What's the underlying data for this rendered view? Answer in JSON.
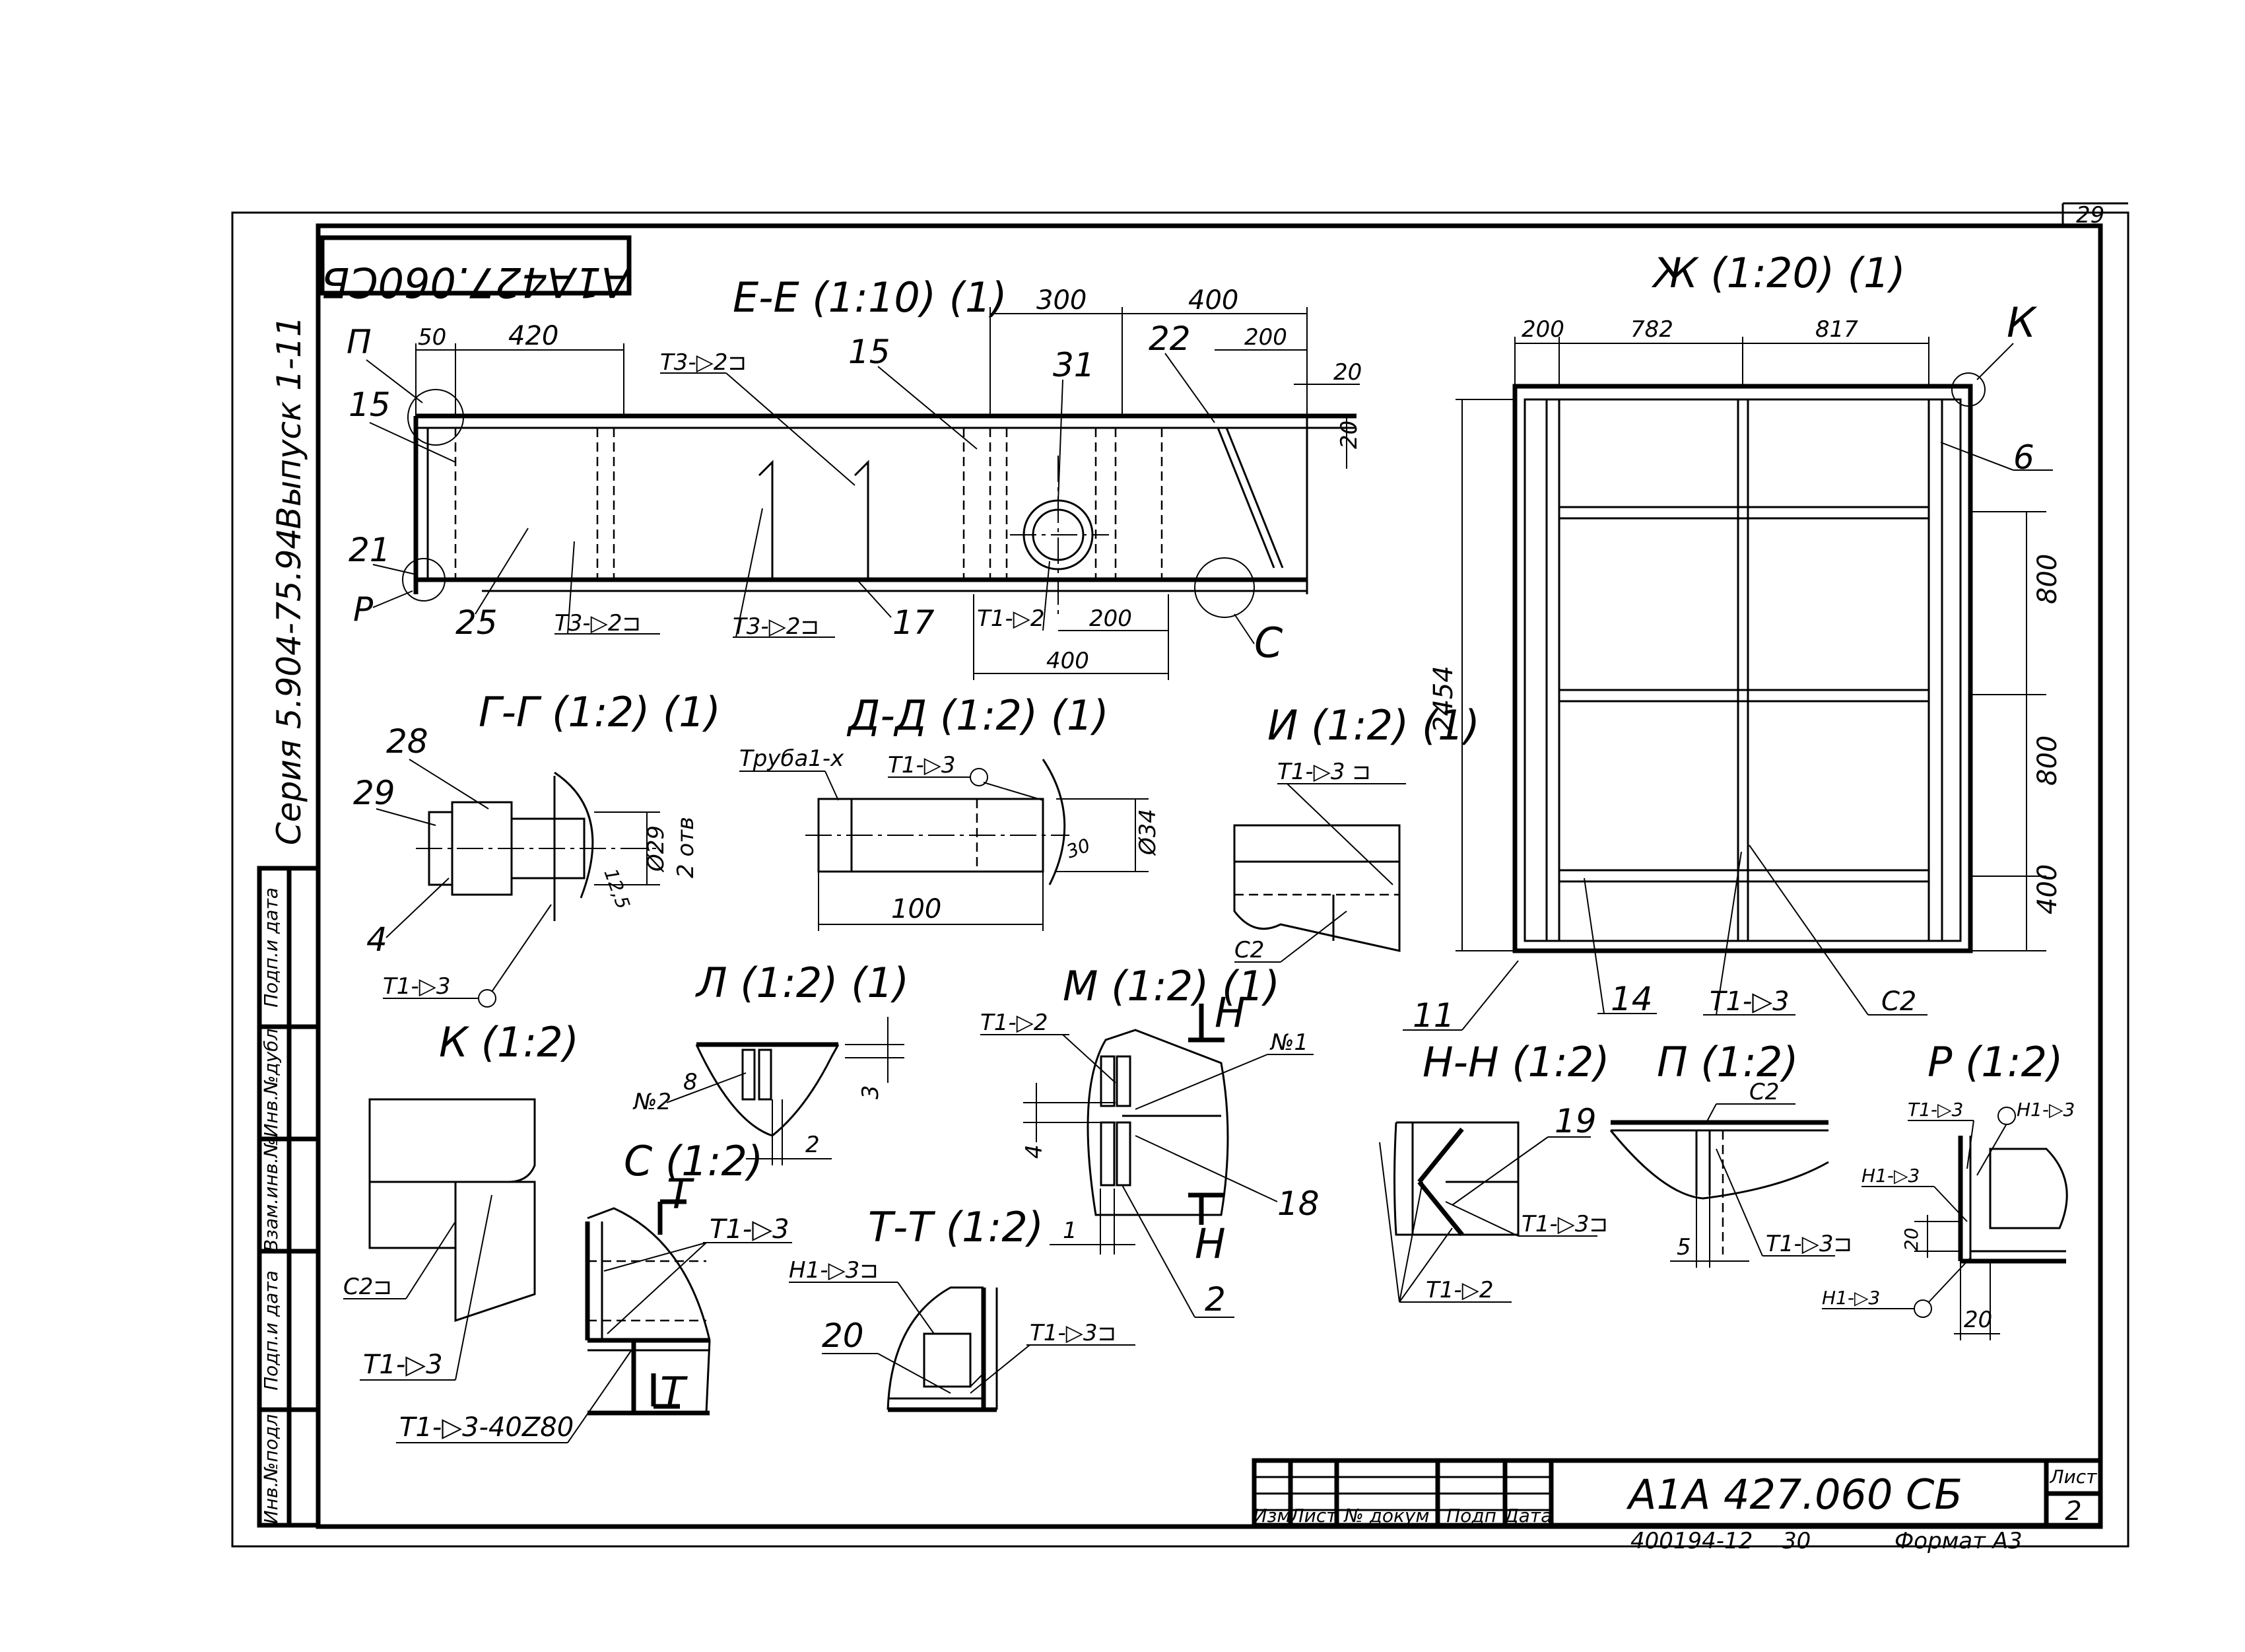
{
  "sheet": {
    "corner_number": "29",
    "inverted_code": "A1A427.060CБ",
    "series": "Серия 5.904-75.94",
    "issue": "Выпуск 1-11",
    "designation": "А1А 427.060 СБ",
    "sheet_label": "Лист",
    "sheet_number": "2",
    "copy_number": "400194-12",
    "copy_code": "30",
    "format": "Формат А3",
    "side_stamp": [
      "Инв.№подл",
      "Подп.и дата",
      "Взам.инв.№",
      "Инв.№дубл",
      "Подп.и дата"
    ],
    "title_block": [
      "Изм",
      "Лист",
      "№ докум",
      "Подп",
      "Дата"
    ]
  },
  "views": {
    "E": {
      "title": "Е-Е (1:10) (1)",
      "dims": [
        "50",
        "420",
        "300",
        "400",
        "200",
        "20",
        "20",
        "200",
        "400"
      ],
      "callouts": [
        "П",
        "15",
        "21",
        "Р",
        "25",
        "15",
        "31",
        "22",
        "17",
        "С"
      ],
      "welds": [
        "Т3-▷2⊐",
        "Т3-▷2⊐",
        "Т3-▷2⊐",
        "Т1-▷2"
      ]
    },
    "G": {
      "title": "Г-Г (1:2) (1)",
      "callouts": [
        "28",
        "29",
        "4"
      ],
      "dims": [
        "Ø29",
        "2 отв",
        "12,5"
      ],
      "weld": "Т1-▷3"
    },
    "D": {
      "title": "Д-Д (1:2) (1)",
      "pipe": "Труба1-х",
      "weld": "Т1-▷3",
      "dims": [
        "100",
        "30",
        "Ø34"
      ]
    },
    "I": {
      "title": "И (1:2) (1)",
      "weld": "Т1-▷3 ⊐",
      "seam": "С2"
    },
    "ZH": {
      "title": "Ж (1:20) (1)",
      "callout_k": "К",
      "dims_top": [
        "200",
        "782",
        "817"
      ],
      "dims_right": [
        "800",
        "800",
        "400"
      ],
      "height": "2454",
      "callouts": [
        "6",
        "11",
        "14"
      ],
      "weld": "Т1-▷3",
      "seam": "С2"
    },
    "K": {
      "title": "К (1:2)",
      "seam": "С2⊐",
      "weld": "Т1-▷3"
    },
    "L": {
      "title": "Л (1:2) (1)",
      "callouts": [
        "№2",
        "8"
      ],
      "dims": [
        "3",
        "2"
      ]
    },
    "C": {
      "title": "С (1:2)",
      "section": "Т",
      "weld": "Т1-▷3",
      "weld_chain": "Т1-▷3-40Z80"
    },
    "T": {
      "title": "Т-Т (1:2)",
      "weld_top": "Н1-▷3⊐",
      "callout": "20",
      "weld_side": "Т1-▷3⊐"
    },
    "M": {
      "title": "М (1:2) (1)",
      "weld": "Т1-▷2",
      "section": "Н",
      "callouts": [
        "№1",
        "18",
        "2"
      ],
      "dims": [
        "4",
        "1"
      ]
    },
    "N": {
      "title": "Н-Н (1:2)",
      "callout": "19",
      "weld": "Т1-▷3⊐",
      "weld_bottom": "Т1-▷2"
    },
    "P": {
      "title": "П (1:2)",
      "seam": "С2",
      "weld": "Т1-▷3⊐",
      "dim": "5"
    },
    "R": {
      "title": "Р (1:2)",
      "welds": [
        "Т1-▷3",
        "Н1-▷3",
        "Н1-▷3",
        "Н1-▷3"
      ],
      "dims": [
        "20",
        "20"
      ]
    }
  }
}
